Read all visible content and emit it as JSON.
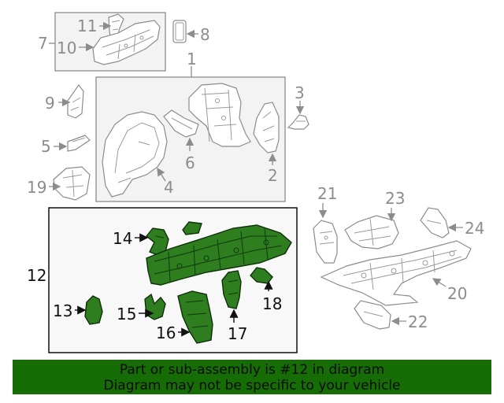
{
  "callouts": {
    "c1": "1",
    "c2": "2",
    "c3": "3",
    "c4": "4",
    "c5": "5",
    "c6": "6",
    "c7": "7",
    "c8": "8",
    "c9": "9",
    "c10": "10",
    "c11": "11",
    "c12": "12",
    "c13": "13",
    "c14": "14",
    "c15": "15",
    "c16": "16",
    "c17": "17",
    "c18": "18",
    "c19": "19",
    "c20": "20",
    "c21": "21",
    "c22": "22",
    "c23": "23",
    "c24": "24"
  },
  "banner": {
    "line1": "Part or sub-assembly is #12 in diagram",
    "line2": "Diagram may not be specific to your vehicle"
  },
  "colors": {
    "highlight": "#2e7d1e",
    "banner": "#166d06",
    "callout_gray": "#8c8c8c"
  }
}
